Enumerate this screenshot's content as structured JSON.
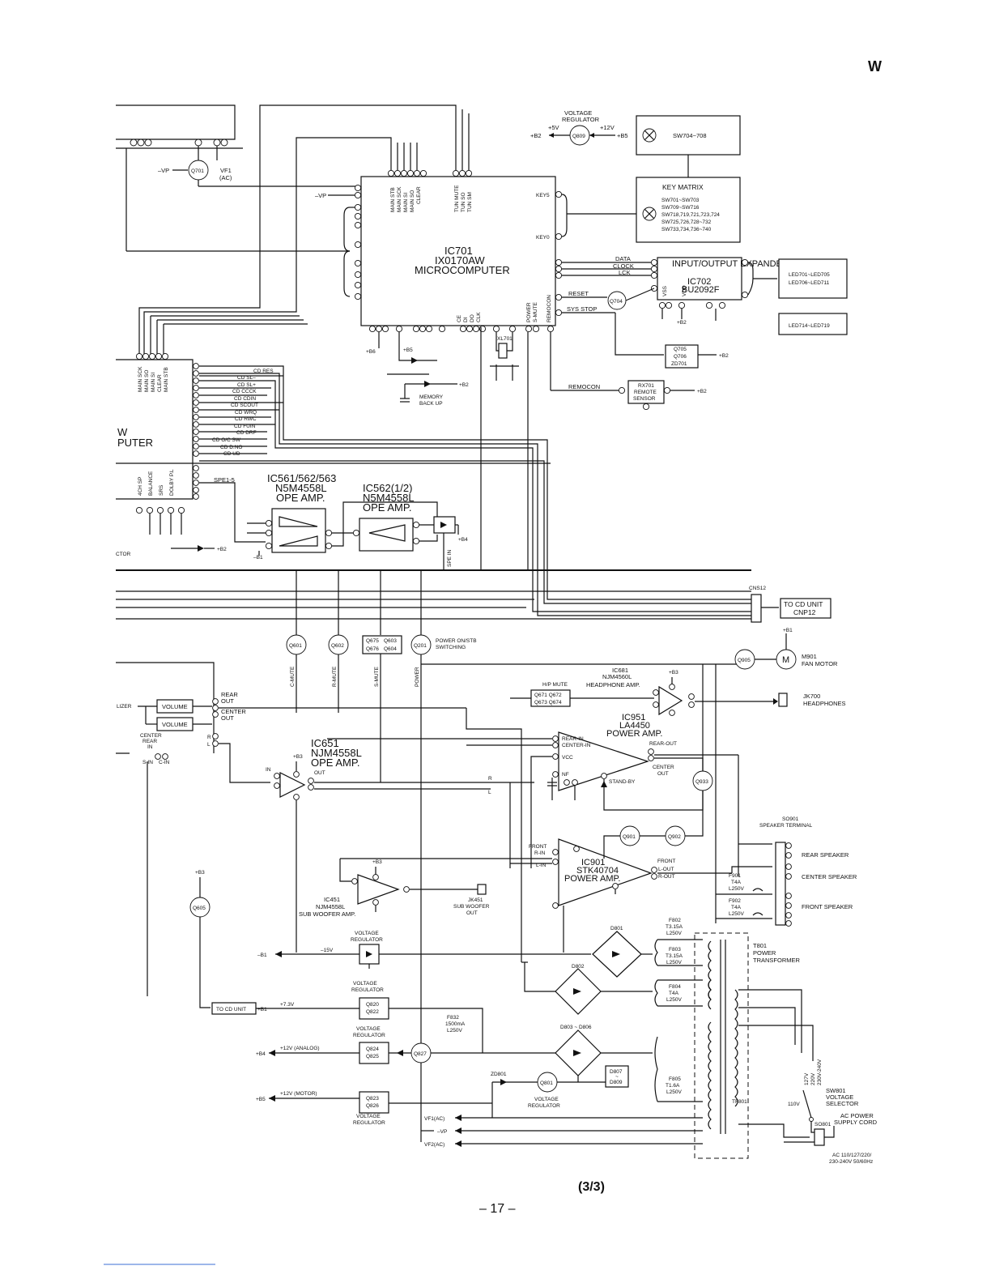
{
  "page": {
    "corner_letter": "W",
    "part": "(3/3)",
    "page_number": "– 17 –"
  },
  "ics": {
    "ic701": {
      "ref": "IC701",
      "part": "IX0170AW",
      "desc": "MICROCOMPUTER",
      "pins_top": [
        "MAIN STB",
        "MAIN SCK",
        "MAIN SI",
        "MAIN SO",
        "CLEAR",
        "TUN MUTE",
        "TUN SO",
        "TUN SM"
      ],
      "pins_right": [
        "KEY5",
        "KEY0"
      ],
      "pins_bottom": [
        "CE",
        "DI",
        "DO",
        "CLK",
        "POWER",
        "S-MUTE",
        "REMOCON"
      ]
    },
    "ic702": {
      "ref": "IC702",
      "title": "INPUT/OUTPUT EXPANDER",
      "part": "BU2092F",
      "pins": [
        "VSS",
        "VDD"
      ]
    },
    "ic561": {
      "ref": "IC561/562/563",
      "part": "N5M4558L",
      "desc": "OPE AMP."
    },
    "ic562": {
      "ref": "IC562(1/2)",
      "part": "N5M4558L",
      "desc": "OPE AMP."
    },
    "ic651": {
      "ref": "IC651",
      "part": "NJM4558L",
      "desc": "OPE AMP.",
      "pins": [
        "IN",
        "OUT"
      ]
    },
    "ic681": {
      "ref": "IC681",
      "part": "NJM4560L",
      "desc": "HEADPHONE AMP."
    },
    "ic951": {
      "ref": "IC951",
      "part": "LA4450",
      "desc": "POWER AMP.",
      "pins": [
        "REAR-IN",
        "CENTER-IN",
        "VCC",
        "NF",
        "STAND-BY",
        "REAR-OUT",
        "CENTER",
        "OUT"
      ]
    },
    "ic901": {
      "ref": "IC901",
      "part": "STK40704",
      "desc": "POWER AMP.",
      "pins": [
        "FRONT",
        "R-IN",
        "L-IN",
        "FRONT",
        "L-OUT",
        "R-OUT"
      ]
    },
    "ic451": {
      "ref": "IC451",
      "part": "NJM4558L",
      "desc": "SUB WOOFER AMP."
    }
  },
  "blocks": {
    "key_matrix": {
      "title": "KEY MATRIX",
      "lines": [
        "SW701~SW703",
        "SW709~SW716",
        "SW718,719,721,723,724",
        "SW725,726,728~732",
        "SW733,734,736~740"
      ]
    },
    "sw704": {
      "label": "SW704~708"
    },
    "led_a": {
      "lines": [
        "LED701~LED705",
        "LED706~LED711"
      ]
    },
    "led_b": {
      "label": "LED714~LED719"
    },
    "q705": {
      "lines": [
        "Q705",
        "Q706",
        "ZD701"
      ]
    },
    "rx701": {
      "lines": [
        "RX701",
        "REMOTE",
        "SENSOR"
      ]
    },
    "cd_unit_top": {
      "lines": [
        "TO CD UNIT",
        "CNP12"
      ]
    },
    "cd_unit_bottom": {
      "label": "TO CD UNIT"
    },
    "q675": {
      "lines": [
        "Q675",
        "Q603",
        "Q676",
        "Q604"
      ]
    },
    "hp_mute": {
      "title": "H/P MUTE",
      "lines": [
        "Q671 Q672",
        "Q673 Q674"
      ]
    },
    "vol1": {
      "label": "VOLUME"
    },
    "vol2": {
      "label": "VOLUME"
    },
    "q820": {
      "lines": [
        "Q820",
        "Q822"
      ]
    },
    "q824": {
      "lines": [
        "Q824",
        "Q825"
      ]
    },
    "q823": {
      "lines": [
        "Q823",
        "Q826"
      ]
    },
    "d807": {
      "lines": [
        "D807",
        "~",
        "D809"
      ]
    }
  },
  "transistors": {
    "q809": "Q809",
    "q701": "Q701",
    "q704": "Q704",
    "q601": "Q601",
    "q602": "Q602",
    "q201": "Q201",
    "q905": "Q905",
    "q933": "Q933",
    "q901": "Q901",
    "q902": "Q902",
    "q605": "Q605",
    "q827": "Q827",
    "q801": "Q801",
    "motor": "M"
  },
  "labels": {
    "voltage_regulator_top": "VOLTAGE REGULATOR",
    "vr_5v": "+5V",
    "vr_12v": "+12V",
    "vr_b2": "+B2",
    "vr_b5": "+B5",
    "left_cds": [
      "CD RES",
      "CD SL–",
      "CD SL+",
      "CD CCCK",
      "CD CDIN",
      "CD SCOUT",
      "CD WRQ",
      "CD RWC",
      "CD FUIN",
      "CD DRF",
      "CD O/C SW",
      "CD D.NO",
      "CD UD"
    ],
    "left_ic_pins_a": [
      "MAIN SCK",
      "MAIN SO",
      "MAIN SI",
      "CLEAR",
      "MAIN STB"
    ],
    "left_ic_pins_b": [
      "4CH SP",
      "BALANCE",
      "SRS",
      "DOLBY P.L"
    ],
    "left_ic_name_partial": "W",
    "left_ic_name_partial2": "PUTER",
    "data": "DATA",
    "clock": "CLOCK",
    "lck": "LCK",
    "reset": "RESET",
    "sys_stop": "SYS STOP",
    "remocon": "REMOCON",
    "xl701": "XL701",
    "memory": "MEMORY",
    "backup": "BACK UP",
    "b6": "+B6",
    "b5": "+B5",
    "b2": "+B2",
    "b1": "+B1",
    "b3": "+B3",
    "b4": "+B4",
    "minus_b1": "–B1",
    "vp": "–VP",
    "vf1": "VF1",
    "vf1_ac": "(AC)",
    "spe": "SPE1-5",
    "spe_in": "SPE IN",
    "cns12": "CNS12",
    "power_on_stb": "POWER ON/STB",
    "switching": "SWITCHING",
    "c_mute": "C-MUTE",
    "r_mute": "R-MUTE",
    "s_mute": "S-MUTE",
    "power": "POWER",
    "m901": "M901",
    "fan_motor": "FAN MOTOR",
    "jk700": "JK700",
    "headphones": "HEADPHONES",
    "rear_out": "REAR",
    "rear_out2": "OUT",
    "center_out": "CENTER",
    "center_out2": "OUT",
    "center_rear_in": [
      "CENTER",
      "REAR",
      "IN"
    ],
    "s_in": "S-IN",
    "c_in": "C-IN",
    "lizer": "LIZER",
    "ctor": "CTOR",
    "sp_terminal": [
      "SO901",
      "SPEAKER TERMINAL"
    ],
    "rear_speaker": "REAR SPEAKER",
    "center_speaker": "CENTER SPEAKER",
    "front_speaker": "FRONT SPEAKER",
    "f901": [
      "F901",
      "T4A",
      "L250V"
    ],
    "f902": [
      "F902",
      "T4A",
      "L250V"
    ],
    "jk451": [
      "JK451",
      "SUB WOOFER",
      "OUT"
    ],
    "vr_minus15": [
      "VOLTAGE",
      "REGULATOR"
    ],
    "minus15v": "–15V",
    "d801": "D801",
    "d802": "D802",
    "d803": "D803 ~ D806",
    "zd801": "ZD801",
    "f802": [
      "F802",
      "T3.15A",
      "L250V"
    ],
    "f803": [
      "F803",
      "T3.15A",
      "L250V"
    ],
    "f804": [
      "F804",
      "T4A",
      "L250V"
    ],
    "f805": [
      "F805",
      "T1.6A",
      "L250V"
    ],
    "f832": [
      "F832",
      "1500mA",
      "L250V"
    ],
    "t801": [
      "T801",
      "POWER",
      "TRANSFORMER"
    ],
    "tf801": "TF801",
    "v73": "+7.3V",
    "v12a": "+12V (ANALOG)",
    "v12m": "+12V (MOTOR)",
    "vr_labels": [
      "VOLTAGE",
      "REGULATOR"
    ],
    "vf1ac": "VF1(AC)",
    "vf2ac": "VF2(AC)",
    "sw801": [
      "SW801",
      "VOLTAGE",
      "SELECTOR"
    ],
    "v110": "110V",
    "sel_v": [
      "127V",
      "220V",
      "230V-240V"
    ],
    "so801": "SO801",
    "ac_cord": [
      "AC POWER",
      "SUPPLY CORD"
    ],
    "ac_rating": [
      "AC 110/127/220/",
      "230-240V 50/60Hz"
    ],
    "r": "R",
    "l": "L"
  }
}
